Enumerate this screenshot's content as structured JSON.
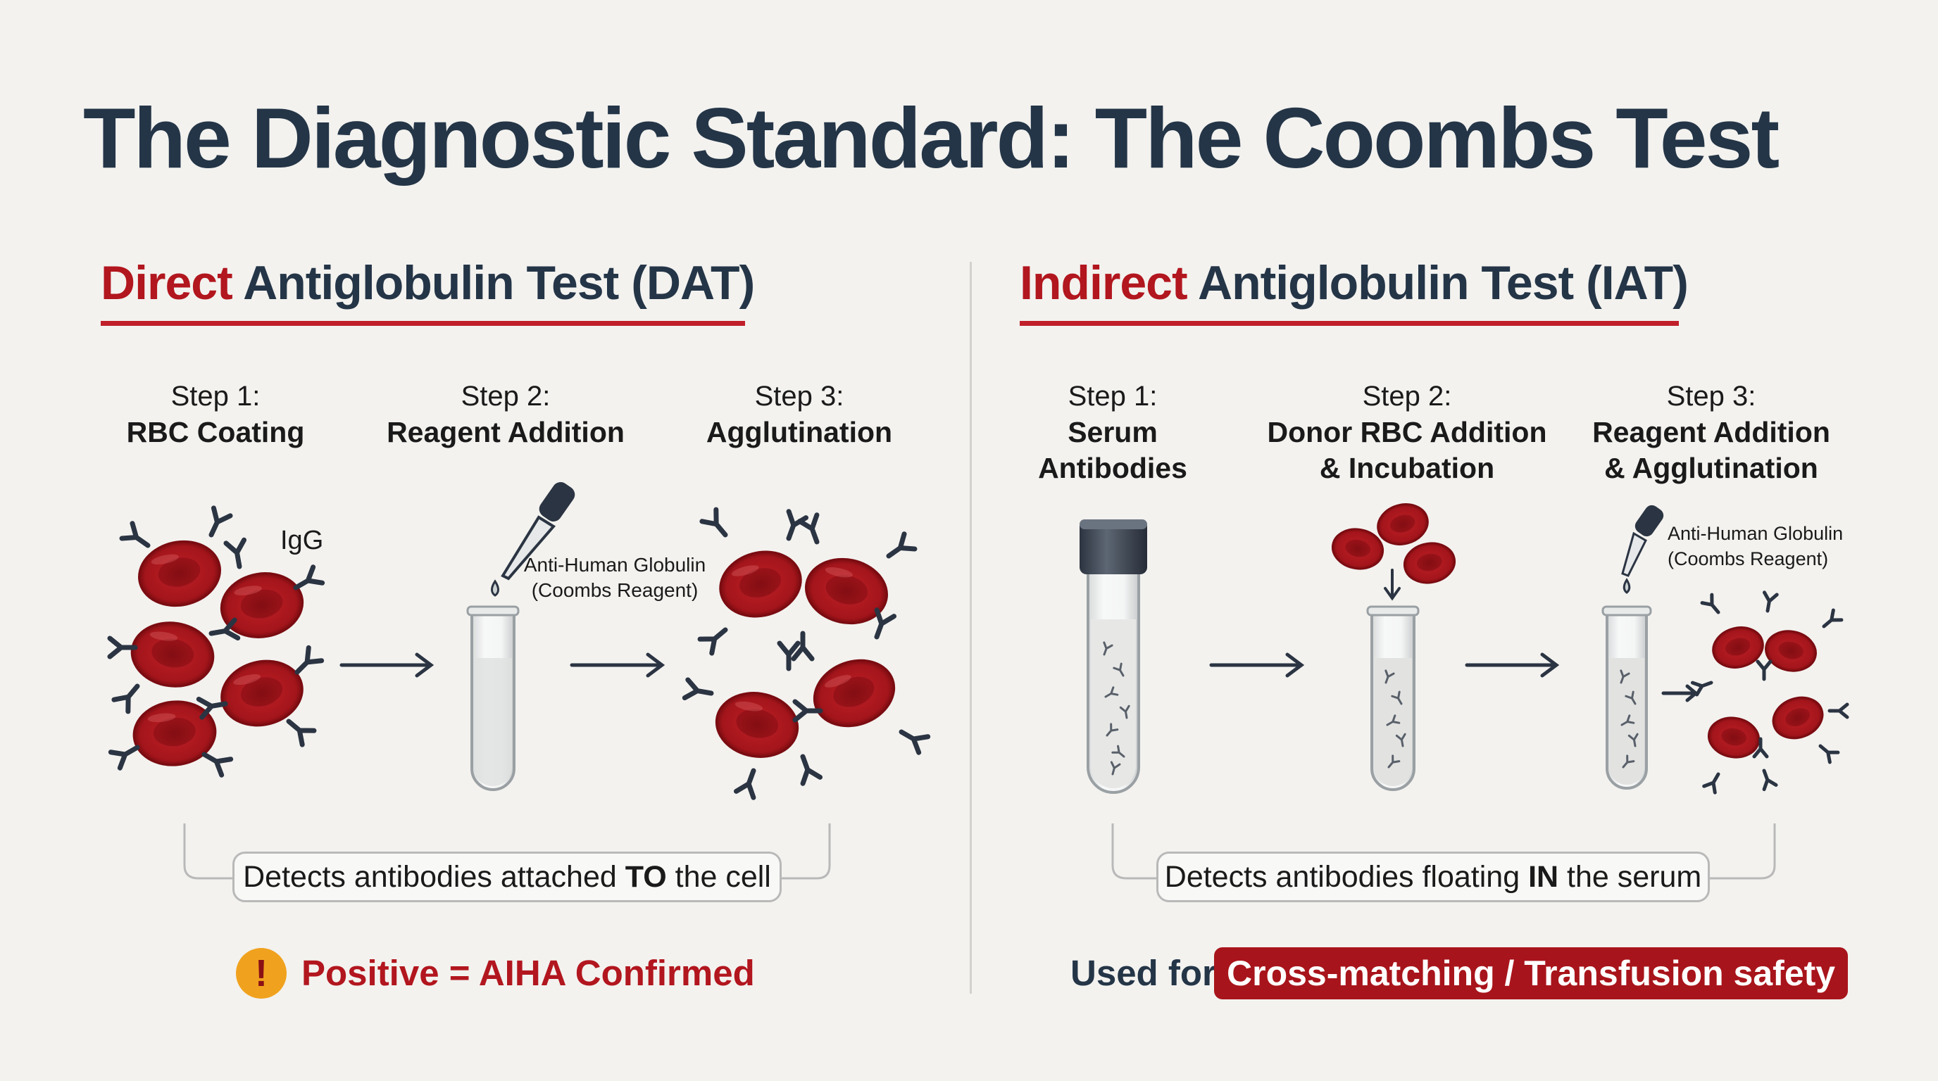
{
  "title": "The Diagnostic Standard: The Coombs Test",
  "dat": {
    "keyword": "Direct",
    "rest": " Antiglobulin Test (DAT)",
    "steps": [
      {
        "num": "Step 1:",
        "name": "RBC Coating"
      },
      {
        "num": "Step 2:",
        "name": "Reagent Addition"
      },
      {
        "num": "Step 3:",
        "name": "Agglutination"
      }
    ],
    "igg_label": "IgG",
    "reagent_line1": "Anti-Human Globulin",
    "reagent_line2": "(Coombs Reagent)",
    "summary_pre": "Detects antibodies attached ",
    "summary_bold": "TO",
    "summary_post": " the cell",
    "result_icon": "!",
    "result": "Positive = AIHA Confirmed"
  },
  "iat": {
    "keyword": "Indirect",
    "rest": " Antiglobulin Test (IAT)",
    "steps": [
      {
        "num": "Step 1:",
        "name": "Serum",
        "name2": "Antibodies"
      },
      {
        "num": "Step 2:",
        "name": "Donor RBC Addition",
        "name2": "& Incubation"
      },
      {
        "num": "Step 3:",
        "name": "Reagent Addition",
        "name2": "& Agglutination"
      }
    ],
    "reagent_line1": "Anti-Human Globulin",
    "reagent_line2": "(Coombs Reagent)",
    "summary_pre": "Detects antibodies floating ",
    "summary_bold": "IN",
    "summary_post": " the serum",
    "used_for": "Used for",
    "use_case": "Cross-matching / Transfusion safety"
  },
  "colors": {
    "accent": "#b2161e",
    "heading": "#243547",
    "rbc": "#a8171c",
    "antibody": "#2b3442",
    "warning": "#f0a21e"
  }
}
